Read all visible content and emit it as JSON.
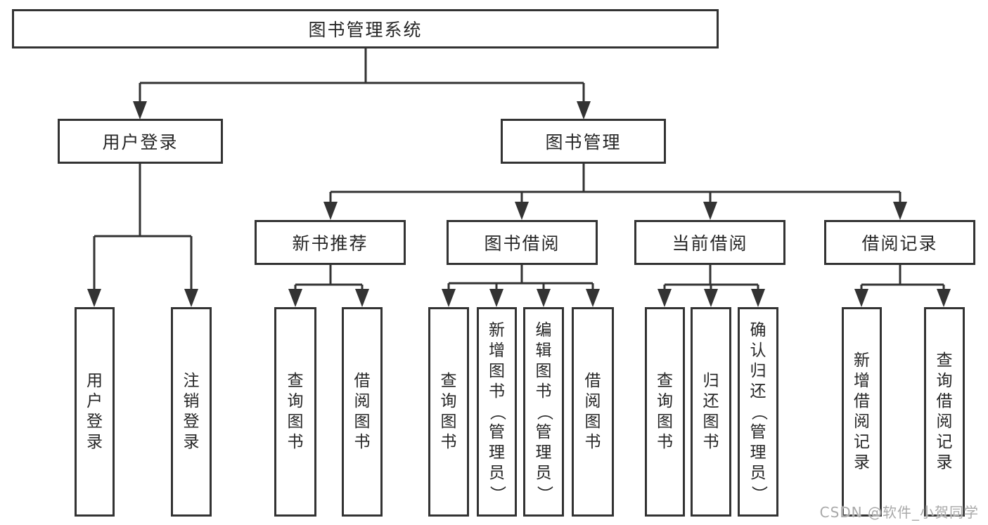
{
  "nodes": {
    "root": "图书管理系统",
    "user_login": "用户登录",
    "book_mgmt": "图书管理",
    "new_book_rec": "新书推荐",
    "book_borrow": "图书借阅",
    "current_borrow": "当前借阅",
    "borrow_record": "借阅记录",
    "leaf_user_login": "用户登录",
    "leaf_logout": "注销登录",
    "leaf_rec_query": "查询图书",
    "leaf_rec_borrow": "借阅图书",
    "leaf_bb_query": "查询图书",
    "leaf_bb_add": "新增图书（管理员）",
    "leaf_bb_edit": "编辑图书（管理员）",
    "leaf_bb_borrow": "借阅图书",
    "leaf_cb_query": "查询图书",
    "leaf_cb_return": "归还图书",
    "leaf_cb_confirm": "确认归还（管理员）",
    "leaf_br_add": "新增借阅记录",
    "leaf_br_query": "查询借阅记录"
  },
  "watermark": "CSDN @软件_小贺同学",
  "colors": {
    "line": "#333333",
    "text": "#262626",
    "watermark": "#a9a9a9",
    "background": "#ffffff"
  }
}
